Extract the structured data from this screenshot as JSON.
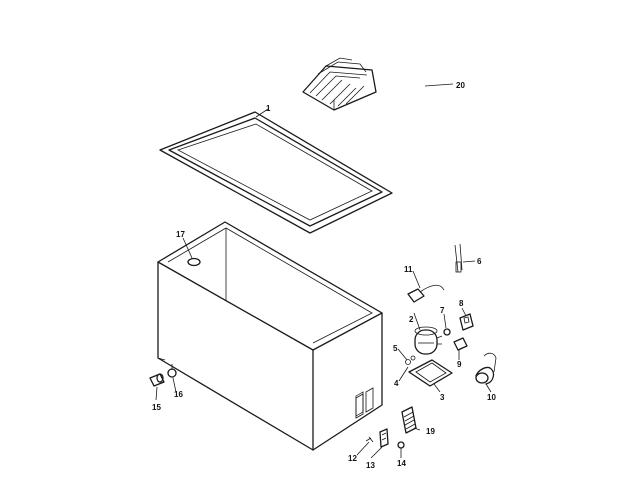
{
  "diagram": {
    "part_labels": {
      "p1": "1",
      "p2": "2",
      "p3": "3",
      "p4": "4",
      "p5": "5",
      "p6": "6",
      "p7": "7",
      "p8": "8",
      "p9": "9",
      "p10": "10",
      "p11": "11",
      "p12": "12",
      "p13": "13",
      "p14": "14",
      "p15": "15",
      "p16": "16",
      "p17": "17",
      "p19": "19",
      "p20": "20"
    }
  }
}
